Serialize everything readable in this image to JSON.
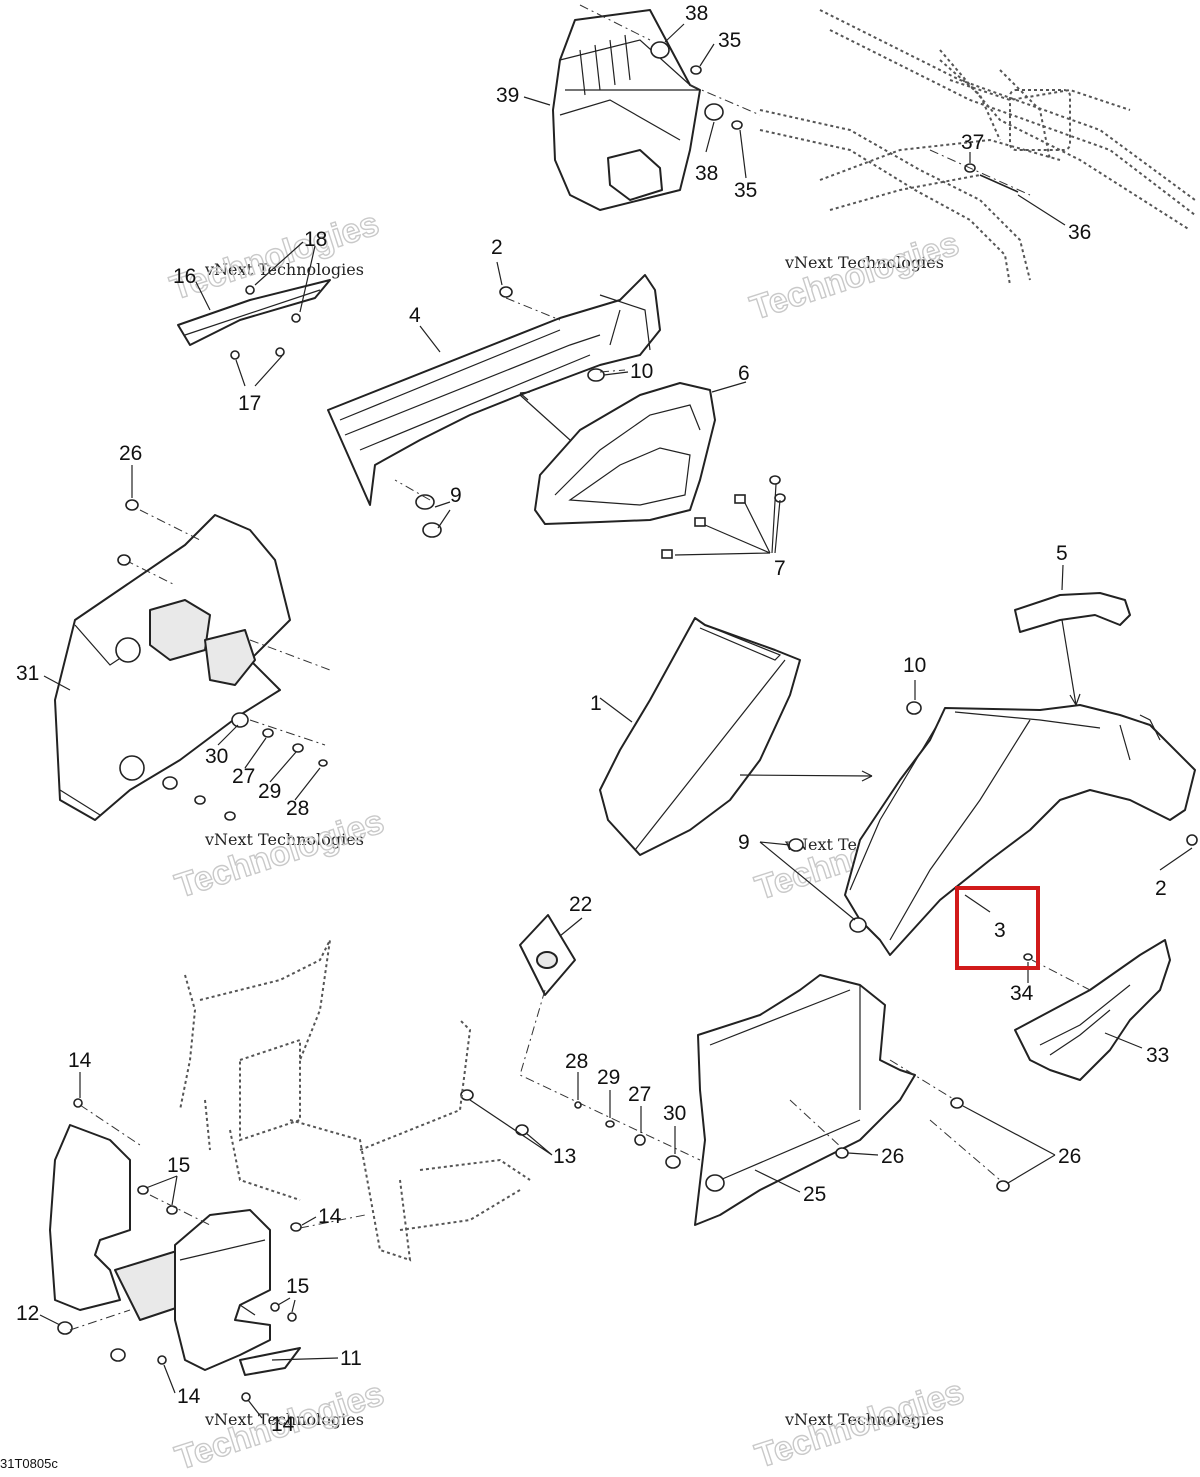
{
  "diagram_code": "31T0805c",
  "watermark": {
    "line1": "vNext Technologies",
    "line2": "Technologies"
  },
  "highlight_color": "#d11a1a",
  "callouts": {
    "c38a": "38",
    "c35a": "35",
    "c39": "39",
    "c38b": "38",
    "c35b": "35",
    "c37": "37",
    "c36": "36",
    "c18": "18",
    "c16": "16",
    "c17": "17",
    "c2a": "2",
    "c4": "4",
    "c10a": "10",
    "c6": "6",
    "c9a": "9",
    "c7": "7",
    "c26a": "26",
    "c31": "31",
    "c30a": "30",
    "c27a": "27",
    "c29a": "29",
    "c28a": "28",
    "c5": "5",
    "c10b": "10",
    "c1": "1",
    "c9b": "9",
    "c2b": "2",
    "c3": "3",
    "c34": "34",
    "c33": "33",
    "c22": "22",
    "c28b": "28",
    "c29b": "29",
    "c27b": "27",
    "c30b": "30",
    "c13": "13",
    "c26b": "26",
    "c26c": "26",
    "c25": "25",
    "c14a": "14",
    "c15a": "15",
    "c14b": "14",
    "c12": "12",
    "c15b": "15",
    "c11": "11",
    "c14c": "14",
    "c14d": "14"
  }
}
